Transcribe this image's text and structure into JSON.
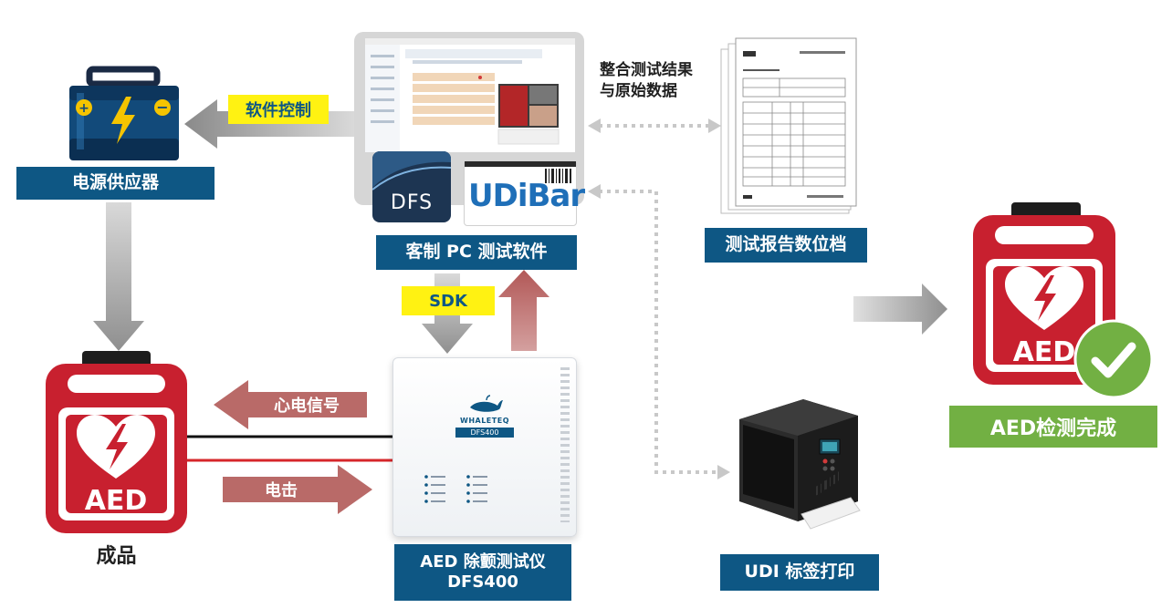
{
  "power_supply": {
    "label": "电源供应器"
  },
  "software_control": {
    "label": "软件控制"
  },
  "pc_software": {
    "label": "客制 PC 测试软件",
    "dfs_logo": "DFS",
    "udibar_logo": "UDiBar"
  },
  "integrate_note": {
    "line1": "整合测试结果",
    "line2": "与原始数据"
  },
  "report": {
    "label": "测试报告数位档"
  },
  "sdk": {
    "label": "SDK"
  },
  "ecg_signal": {
    "label": "心电信号"
  },
  "shock": {
    "label": "电击"
  },
  "product": {
    "label": "成品",
    "aed_text": "AED"
  },
  "tester": {
    "line1": "AED 除颤测试仪",
    "line2": "DFS400",
    "brand": "WHALETEQ",
    "model": "DFS400"
  },
  "udi_print": {
    "label": "UDI 标签打印"
  },
  "done": {
    "label": "AED检测完成",
    "aed_text": "AED"
  },
  "colors": {
    "navy": "#0e5784",
    "yellow": "#fff212",
    "red": "#c8202f",
    "green": "#72b043",
    "arrow_red": "#b96a68"
  }
}
